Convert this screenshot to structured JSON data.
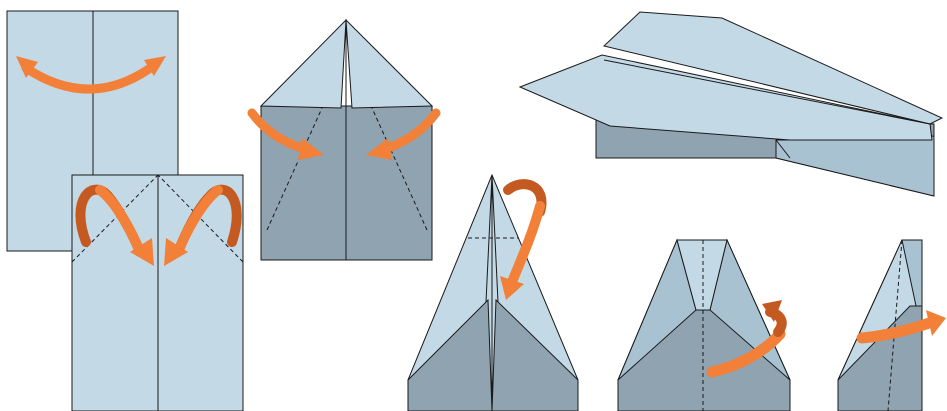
{
  "colors": {
    "paper_light": "#c3d9e6",
    "paper_mid": "#a9c2d1",
    "paper_dark": "#8fa3b1",
    "outline": "#1a1a1a",
    "arrow": "#f28038",
    "arrow_back": "#c45a22"
  },
  "steps": [
    {
      "id": "step-1",
      "action": "fold-in-half-and-unfold"
    },
    {
      "id": "step-2",
      "action": "fold-top-corners-to-center"
    },
    {
      "id": "step-3",
      "action": "fold-slanted-edges-to-center"
    },
    {
      "id": "step-4",
      "action": "fold-tip-down"
    },
    {
      "id": "step-5",
      "action": "fold-in-half-backwards"
    },
    {
      "id": "step-6",
      "action": "fold-wing-down"
    },
    {
      "id": "step-7",
      "action": "finished-paper-airplane"
    }
  ]
}
